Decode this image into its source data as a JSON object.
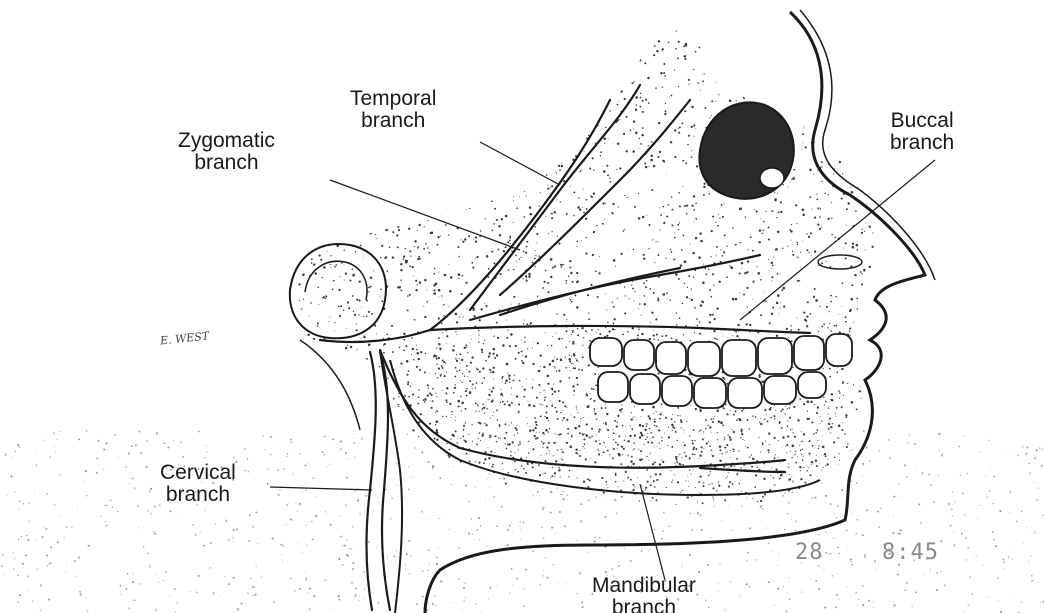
{
  "labels": {
    "temporal": [
      "Temporal",
      "branch"
    ],
    "zygomatic": [
      "Zygomatic",
      "branch"
    ],
    "buccal": [
      "Buccal",
      "branch"
    ],
    "cervical": [
      "Cervical",
      "branch"
    ],
    "mandibular": [
      "Mandibular",
      "branch"
    ]
  },
  "stamp": {
    "day": "28",
    "time": "8:45"
  },
  "signature": "E. WEST",
  "colors": {
    "ink": "#1a1a1a",
    "stipple": "#3a3a3a",
    "background": "#ffffff",
    "stamp": "#8a8a8a"
  }
}
